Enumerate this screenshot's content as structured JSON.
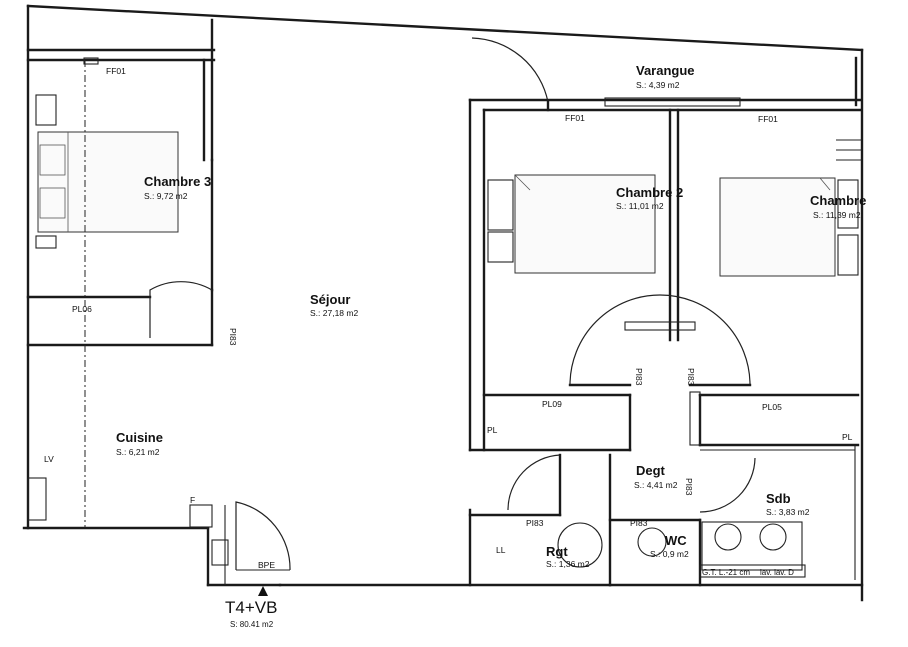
{
  "plan": {
    "title": "T4+VB",
    "total_area": "S: 80.41 m2"
  },
  "rooms": {
    "varangue": {
      "name": "Varangue",
      "area": "S.: 4,39 m2"
    },
    "chambre3": {
      "name": "Chambre 3",
      "area": "S.: 9,72 m2"
    },
    "sejour": {
      "name": "Séjour",
      "area": "S.: 27,18 m2"
    },
    "chambre2": {
      "name": "Chambre 2",
      "area": "S.: 11,01 m2"
    },
    "chambre": {
      "name": "Chambre",
      "area": "S.: 11,39 m2"
    },
    "cuisine": {
      "name": "Cuisine",
      "area": "S.: 6,21 m2"
    },
    "degt": {
      "name": "Degt",
      "area": "S.: 4,41 m2"
    },
    "sdb": {
      "name": "Sdb",
      "area": "S.: 3,83 m2"
    },
    "rgt": {
      "name": "Rgt",
      "area": "S.: 1,36 m2"
    },
    "wc": {
      "name": "WC",
      "area": "S.: 0,9 m2"
    }
  },
  "labels": {
    "ff01_a": "FF01",
    "ff01_b": "FF01",
    "ff01_c": "FF01",
    "pl06": "PL06",
    "pi83_a": "PI83",
    "pi83_b": "PI83",
    "pi83_c": "PI83",
    "pi83_d": "PI83",
    "pi83_e": "PI83",
    "pi83_f": "PI83",
    "pl09": "PL09",
    "pl05": "PL05",
    "pl_a": "PL",
    "pl_b": "PL",
    "lv": "LV",
    "f": "F",
    "ll": "LL",
    "bpe": "BPE",
    "gtl": "G.T. L.-21 cm",
    "lv_wc": "lav. lav. D"
  }
}
